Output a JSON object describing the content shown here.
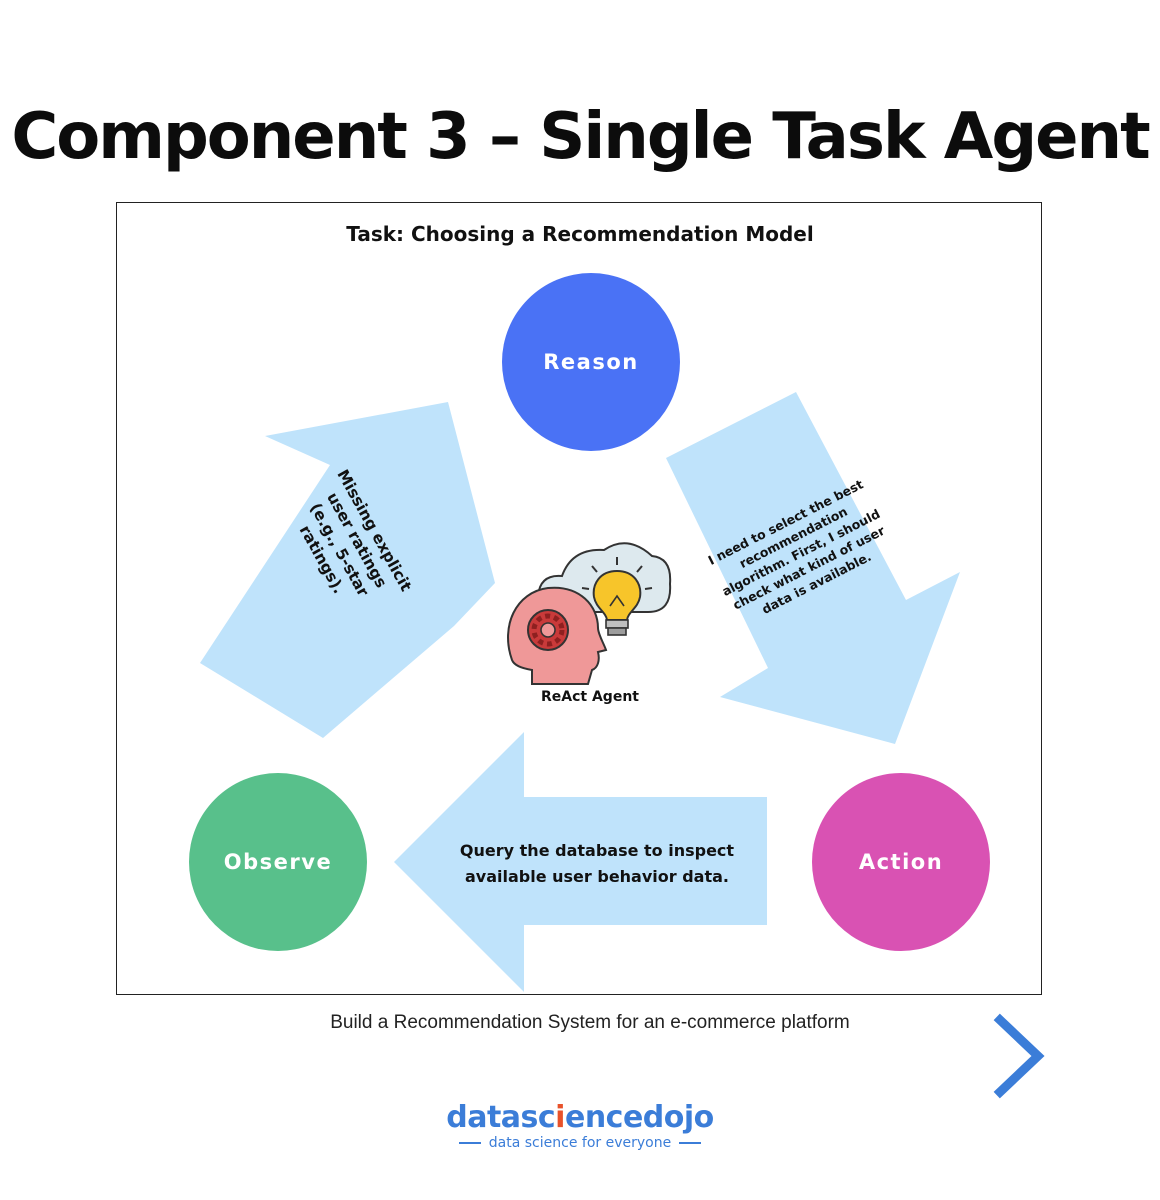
{
  "title": "Component 3 – Single Task Agent",
  "task_title": "Task: Choosing a Recommendation Model",
  "nodes": {
    "reason": "Reason",
    "action": "Action",
    "observe": "Observe"
  },
  "arrows": {
    "reason_to_action": "I need to select the best recommendation algorithm. First, I should check what kind of user data is available.",
    "action_to_observe": "Query the database to inspect available user behavior data.",
    "observe_to_reason": "Missing explicit user ratings (e.g., 5-star ratings)."
  },
  "center_label": "ReAct Agent",
  "footer": "Build a Recommendation System for an e-commerce platform",
  "brand": {
    "part1": "datasc",
    "part2": "i",
    "part3": "encedojo",
    "tagline": "data science for everyone"
  },
  "colors": {
    "reason": "#4a72f5",
    "action": "#d952b3",
    "observe": "#58c08b",
    "arrow": "#bfe3fb",
    "brand_blue": "#3b7dd8",
    "brand_orange": "#e8522a"
  },
  "icons": [
    "head-gear-icon",
    "lightbulb-icon",
    "cloud-icon",
    "chevron-right-icon"
  ]
}
